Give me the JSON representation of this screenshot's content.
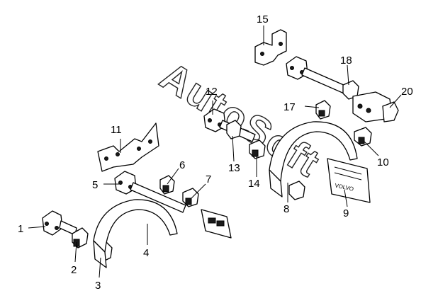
{
  "watermark": {
    "text": "AutoSoft"
  },
  "callouts": [
    {
      "id": "1",
      "label": "1"
    },
    {
      "id": "2",
      "label": "2"
    },
    {
      "id": "3",
      "label": "3"
    },
    {
      "id": "4",
      "label": "4"
    },
    {
      "id": "5",
      "label": "5"
    },
    {
      "id": "6",
      "label": "6"
    },
    {
      "id": "7",
      "label": "7"
    },
    {
      "id": "8",
      "label": "8"
    },
    {
      "id": "9",
      "label": "9"
    },
    {
      "id": "10",
      "label": "10"
    },
    {
      "id": "11",
      "label": "11"
    },
    {
      "id": "12",
      "label": "12"
    },
    {
      "id": "13",
      "label": "13"
    },
    {
      "id": "14",
      "label": "14"
    },
    {
      "id": "15",
      "label": "15"
    },
    {
      "id": "17",
      "label": "17"
    },
    {
      "id": "18",
      "label": "18"
    },
    {
      "id": "20",
      "label": "20"
    }
  ],
  "mudflap": {
    "logo_text": "VOLVO"
  }
}
